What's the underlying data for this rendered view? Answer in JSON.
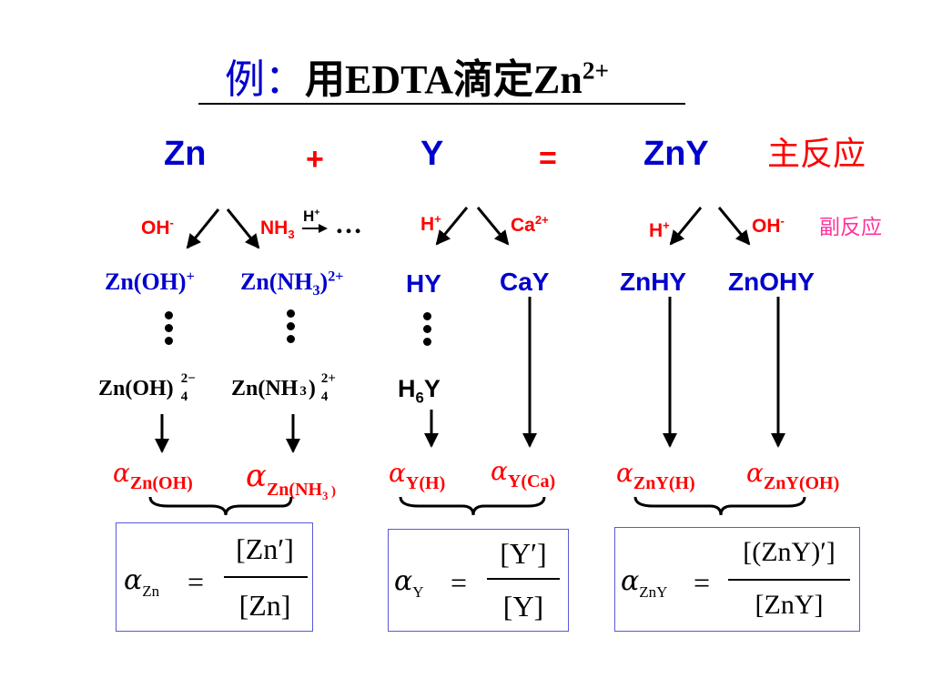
{
  "title": {
    "prefix": "例：",
    "rest": "用EDTA滴定Zn",
    "sup": "2+"
  },
  "main_reaction": {
    "zn": "Zn",
    "plus": "+",
    "y": "Y",
    "equals": "=",
    "zny": "ZnY",
    "label": "主反应"
  },
  "side_reaction_label": "副反应",
  "reagents": {
    "oh_zn": "OH",
    "oh_zn_sup": "-",
    "nh3": "NH",
    "nh3_sub": "3",
    "h_top": "H",
    "h_top_sup": "+",
    "ellipsis": "…",
    "h_y": "H",
    "h_y_sup": "+",
    "ca": "Ca",
    "ca_sup": "2+",
    "h_zny": "H",
    "h_zny_sup": "+",
    "oh_zny": "OH",
    "oh_zny_sup": "-"
  },
  "products": {
    "znoh": "Zn(OH)",
    "znoh_sup": "+",
    "znnh3_a": "Zn(NH",
    "znnh3_sub": "3",
    "znnh3_b": ")",
    "znnh3_sup": "2+",
    "hy": "HY",
    "cay": "CaY",
    "znhy": "ZnHY",
    "znohy": "ZnOHY"
  },
  "end_species": {
    "znoh4": "Zn(OH)",
    "znoh4_sup": "2−",
    "znoh4_sub": "4",
    "znnh34_a": "Zn(NH",
    "znnh34_sub": "3",
    "znnh34_b": ")",
    "znnh34_sup": "2+",
    "znnh34_sub2": "4",
    "h6y_a": "H",
    "h6y_sub": "6",
    "h6y_b": "Y"
  },
  "alphas": {
    "symbol": "α",
    "zn_oh": "Zn(OH)",
    "zn_nh3_a": "Zn(NH",
    "zn_nh3_sub": "3",
    "zn_nh3_b": " )",
    "y_h": "Y(H)",
    "y_ca": "Y(Ca)",
    "zny_h": "ZnY(H)",
    "zny_oh": "ZnY(OH)"
  },
  "formulas": {
    "zn": {
      "sub": "Zn",
      "eq": "=",
      "num": "[Zn′]",
      "den": "[Zn]"
    },
    "y": {
      "sub": "Y",
      "eq": "=",
      "num": "[Y′]",
      "den": "[Y]"
    },
    "zny": {
      "sub": "ZnY",
      "eq": "=",
      "num": "[(ZnY)′]",
      "den": "[ZnY]"
    }
  },
  "colors": {
    "blue": "#0000cc",
    "red": "#ff0000",
    "pink": "#ff3399",
    "box": "#5a5ad8"
  }
}
